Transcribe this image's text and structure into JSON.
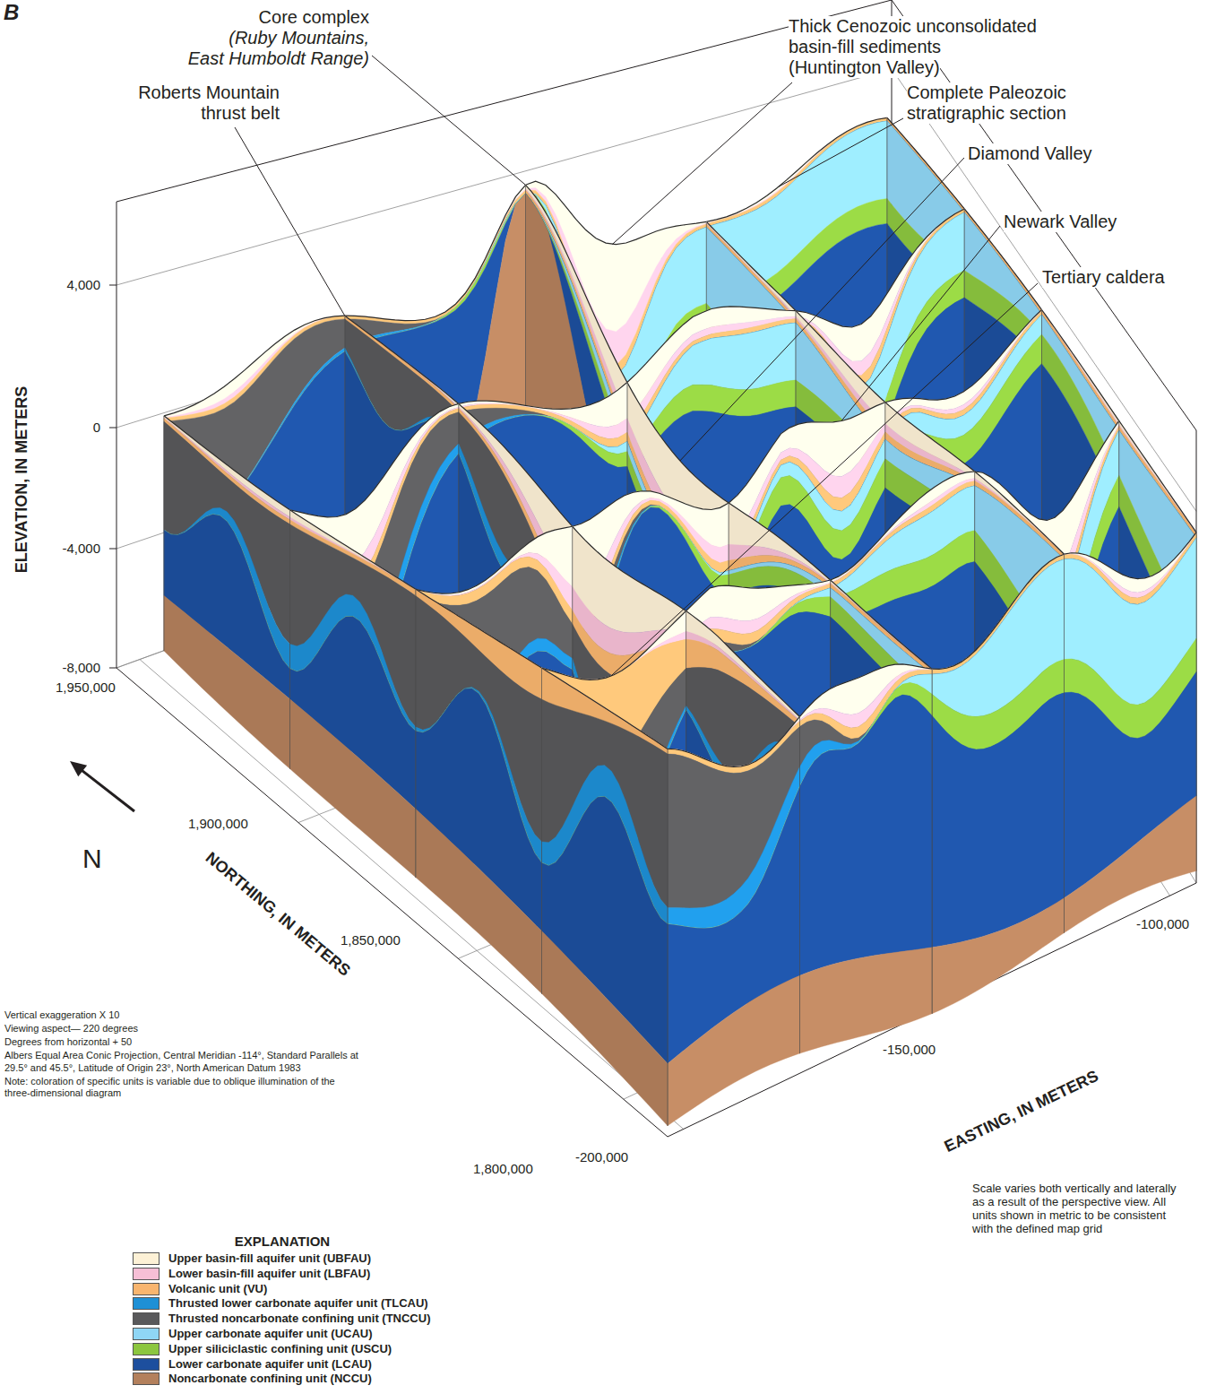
{
  "diagram": {
    "labels": [
      "B",
      "Core complex",
      "(Ruby Mountains, East Humboldt Range)",
      "Thick Cenozoic unconsolidated basin-fill sediments",
      "(Huntington Valley)",
      "Roberts Mountain thrust belt",
      "Complete Paleozoic stratigraphic section",
      "Diamond Valley",
      "Newark Valley",
      "Tertiary caldera",
      "4,000",
      "0",
      "-4,000",
      "-8,000",
      "ELEVATION, IN METERS",
      "1,950,000",
      "1,900,000",
      "1,850,000",
      "1,800,000",
      "NORTHING, IN METERS",
      "N",
      "-200,000",
      "-150,000",
      "-100,000",
      "EASTING, IN METERS",
      "Vertical exaggeration X 10",
      "Viewing aspect— 220 degrees",
      "Degrees from horizontal + 50",
      "Albers Equal Area Conic Projection, Central Meridian -114°, Standard Parallels at 29.5° and 45.5°, Latitude of Origin 23°, North American Datum 1983",
      "Note: coloration of specific units is variable due to oblique illumination of the three-dimensional diagram",
      "Scale varies both vertically and laterally as a result of the perspective view. All units shown in metric to be consistent with the defined map grid",
      "EXPLANATION"
    ],
    "legend": [
      {
        "text": "Upper basin-fill aquifer unit (UBFAU)",
        "color": "#fdf1d6"
      },
      {
        "text": "Lower basin-fill aquifer unit (LBFAU)",
        "color": "#f6bfd6"
      },
      {
        "text": "Volcanic unit (VU)",
        "color": "#f8b56f"
      },
      {
        "text": "Thrusted lower carbonate aquifer unit (TLCAU)",
        "color": "#1e90d6"
      },
      {
        "text": "Thrusted noncarbonate confining unit (TNCCU)",
        "color": "#59595b"
      },
      {
        "text": "Upper carbonate aquifer unit (UCAU)",
        "color": "#8fd6f5"
      },
      {
        "text": "Upper siliciclastic confining unit (USCU)",
        "color": "#8cc63f"
      },
      {
        "text": "Lower carbonate aquifer unit (LCAU)",
        "color": "#1d4f9e"
      },
      {
        "text": "Noncarbonate confining unit (NCCU)",
        "color": "#b3805c"
      }
    ]
  }
}
